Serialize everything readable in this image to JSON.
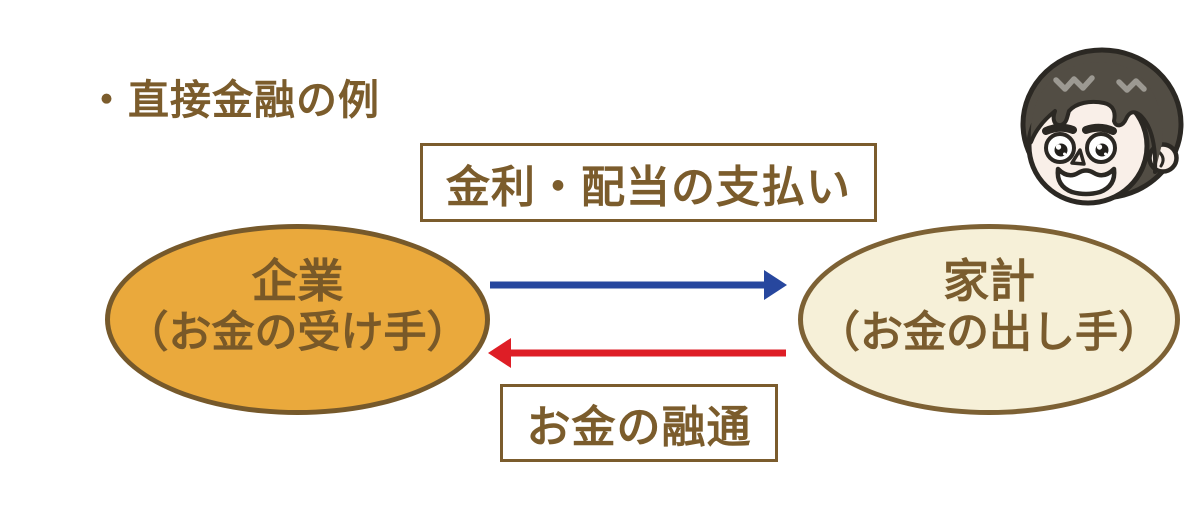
{
  "page": {
    "background": "#FFFFFF"
  },
  "title": {
    "text": "・直接金融の例",
    "color": "#7B5C2C"
  },
  "flow": {
    "top_label": {
      "text": "金利・配当の支払い",
      "border_color": "#7B5C2D",
      "text_color": "#7B5C2C"
    },
    "bottom_label": {
      "text": "お金の融通",
      "border_color": "#7B5C2D",
      "text_color": "#7B5C2C"
    },
    "left_node": {
      "title": "企業",
      "subtitle": "（お金の受け手）",
      "fill": "#EAA93C",
      "border_color": "#76592B",
      "text_color": "#795928"
    },
    "right_node": {
      "title": "家計",
      "subtitle": "（お金の出し手）",
      "fill": "#F6F0D8",
      "border_color": "#7D6134",
      "text_color": "#7A5C2E"
    },
    "arrow_top": {
      "color": "#27479E",
      "direction": "left-to-right"
    },
    "arrow_bottom": {
      "color": "#DE1E26",
      "direction": "right-to-left"
    }
  },
  "face_icon": {
    "name": "man-face-icon",
    "hair_color": "#524D44",
    "hair_highlight_color": "#9C9992",
    "skin_color": "#F9EFE8",
    "outline_color": "#2B2823",
    "eye_white": "#FFFFFF",
    "pupil_color": "#22201C"
  }
}
